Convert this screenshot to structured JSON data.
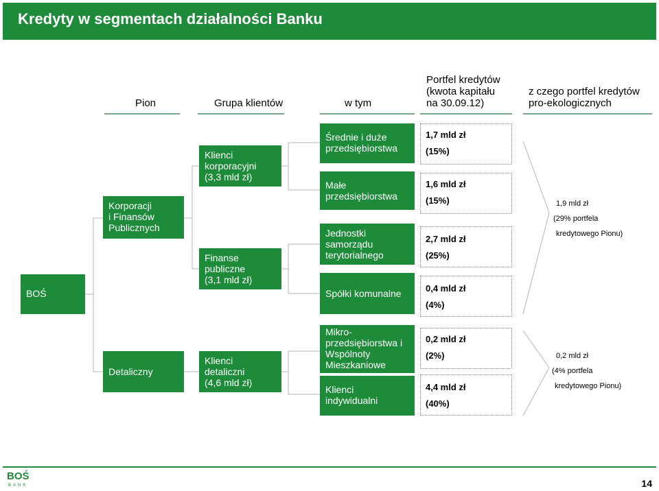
{
  "title": "Kredyty w segmentach działalności Banku",
  "headers": {
    "pion": "Pion",
    "grupa": "Grupa klientów",
    "wtym": "w tym",
    "portfel": [
      "Portfel kredytów",
      "(kwota kapitału",
      "na 30.09.12)"
    ],
    "eko": [
      "z czego portfel kredytów",
      "pro-ekologicznych"
    ]
  },
  "bos": "BOŚ",
  "pions": {
    "korporacji": [
      "Korporacji",
      "i Finansów",
      "Publicznych"
    ],
    "detaliczny": "Detaliczny"
  },
  "groups": {
    "korporacyjni": [
      "Klienci",
      "korporacyjni",
      "(3,3 mld zł)"
    ],
    "publiczne": [
      "Finanse",
      "publiczne",
      "(3,1 mld zł)"
    ],
    "detaliczni": [
      "Klienci",
      "detaliczni",
      "(4,6 mld zł)"
    ]
  },
  "subgroups": {
    "srednie": [
      "Średnie i duże",
      "przedsiębiorstwa"
    ],
    "male": [
      "Małe",
      "przedsiębiorstwa"
    ],
    "jst": [
      "Jednostki",
      "samorządu",
      "terytorialnego"
    ],
    "spolki": "Spółki komunalne",
    "mikro": [
      "Mikro-",
      "przedsiębiorstwa i",
      "Wspólnoty",
      "Mieszkaniowe"
    ],
    "indywidualni": [
      "Klienci",
      "indywidualni"
    ]
  },
  "values": {
    "srednie": [
      "1,7 mld zł",
      "(15%)"
    ],
    "male": [
      "1,6 mld zł",
      "(15%)"
    ],
    "jst": [
      "2,7 mld zł",
      "(25%)"
    ],
    "spolki": [
      "0,4 mld zł",
      "(4%)"
    ],
    "mikro": [
      "0,2 mld zł",
      "(2%)"
    ],
    "indywidualni": [
      "4,4 mld zł",
      "(40%)"
    ]
  },
  "eco": {
    "korporacji": [
      "1,9 mld zł",
      "(29% portfela",
      "kredytowego Pionu)"
    ],
    "detaliczny": [
      "0,2 mld zł",
      "(4% portfela",
      "kredytowego Pionu)"
    ]
  },
  "logo": {
    "name": "BOŚ",
    "sub": "BANK"
  },
  "page_number": "14",
  "colors": {
    "brand": "#1e8b3a",
    "underline": "#7aa785"
  }
}
